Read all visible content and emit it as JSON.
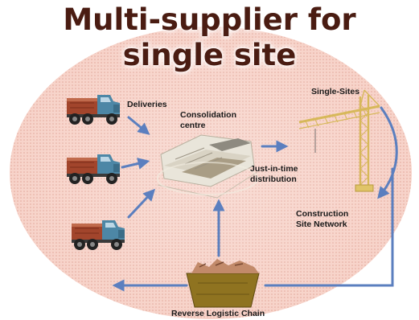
{
  "title": {
    "line1": "Multi-supplier for",
    "line2": "single site"
  },
  "labels": {
    "deliveries": "Deliveries",
    "consolidation_line1": "Consolidation",
    "consolidation_line2": "centre",
    "single_sites": "Single-Sites",
    "jit_line1": "Just-in-time",
    "jit_line2": "distribution",
    "network_line1": "Construction",
    "network_line2": "Site Network",
    "reverse": "Reverse Logistic Chain"
  },
  "icons": {
    "truck": "truck-icon",
    "warehouse": "warehouse-icon",
    "crane": "tower-crane-icon",
    "skip": "waste-skip-icon"
  },
  "colors": {
    "background_oval": "#f7d2c8",
    "dot_pattern": "#e2a597",
    "arrow": "#5b7fbf",
    "title": "#4a1c12",
    "truck_cab": "#4d87a6",
    "truck_bed": "#a2452c",
    "crane": "#e0c468",
    "skip": "#8f7320"
  }
}
